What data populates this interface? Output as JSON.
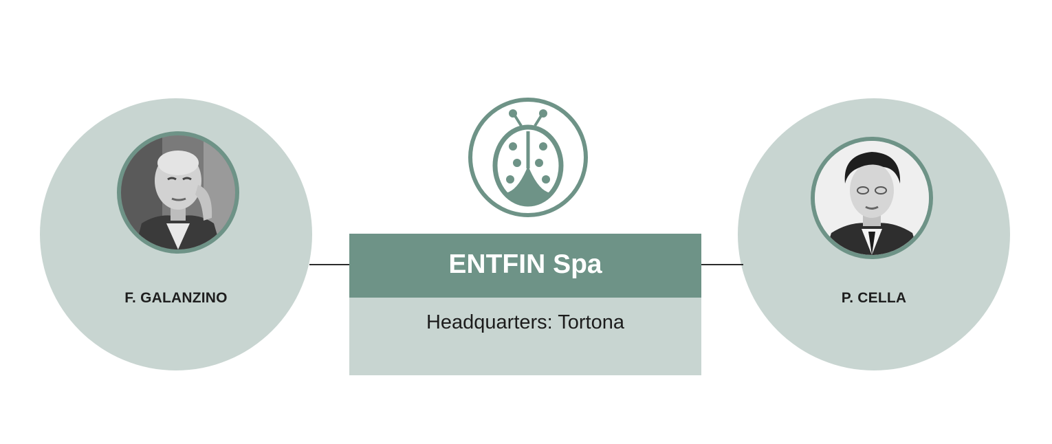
{
  "company": {
    "name": "ENTFIN Spa",
    "headquarters": "Headquarters: Tortona",
    "logo_icon": "ladybug-icon"
  },
  "people": [
    {
      "name": "F. GALANZINO",
      "photo_icon": "portrait-photo"
    },
    {
      "name": "P. CELLA",
      "photo_icon": "portrait-photo"
    }
  ],
  "colors": {
    "accent_green": "#6e9387",
    "light_green": "#c8d5d1",
    "connector": "#2b2b2b"
  }
}
